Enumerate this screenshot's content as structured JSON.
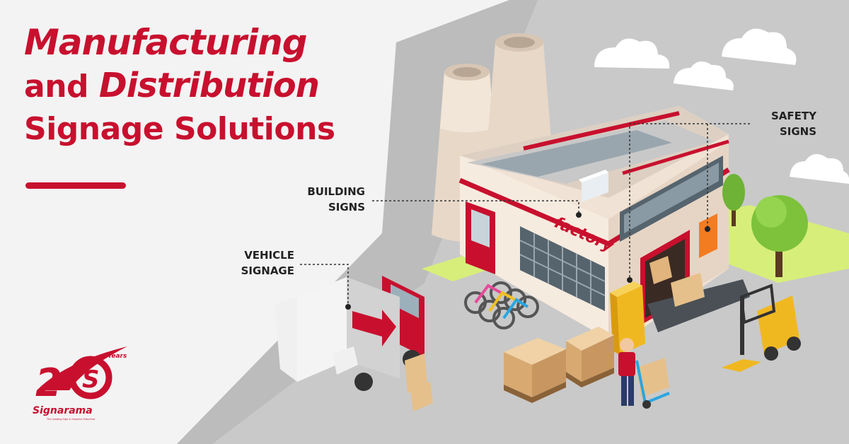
{
  "headline": {
    "line1": "Manufacturing",
    "line2_plain": "and ",
    "line2_emph": "Distribution",
    "line3": "Signage Solutions"
  },
  "callouts": {
    "building_line1": "BUILDING",
    "building_line2": "SIGNS",
    "safety_line1": "SAFETY",
    "safety_line2": "SIGNS",
    "vehicle_line1": "VEHICLE",
    "vehicle_line2": "SIGNAGE"
  },
  "factory_sign": "factory",
  "logo": {
    "years": "Years",
    "brand": "Signarama",
    "tagline": "The Leading Sign & Graphics Franchise"
  },
  "colors": {
    "brand_red": "#c8102e",
    "ground_gray": "#c9c9c9",
    "background": "#f3f3f3"
  }
}
